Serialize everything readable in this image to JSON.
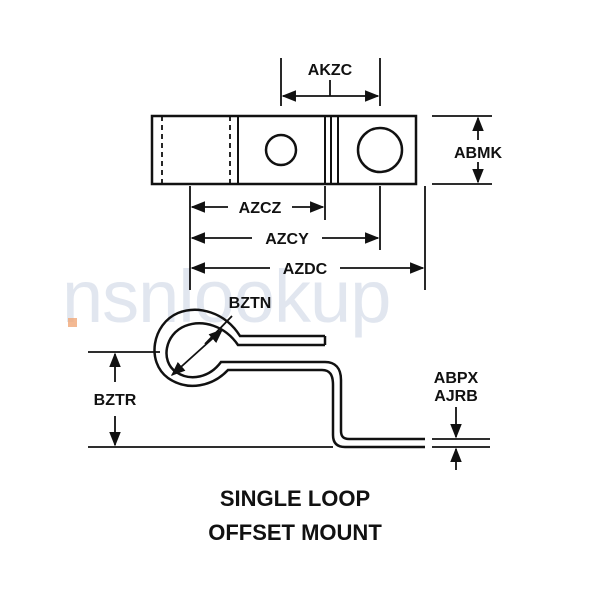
{
  "diagram": {
    "labels": {
      "akzc": "AKZC",
      "abmk": "ABMK",
      "azcz": "AZCZ",
      "azcy": "AZCY",
      "azdc": "AZDC",
      "bztn": "BZTN",
      "bztr": "BZTR",
      "abpx": "ABPX",
      "ajrb": "AJRB"
    },
    "title_line1": "SINGLE LOOP",
    "title_line2": "OFFSET MOUNT"
  },
  "watermark": {
    "text": "nsnlookup",
    "color": "#c9d3e3",
    "dot_color": "#f0a878"
  }
}
